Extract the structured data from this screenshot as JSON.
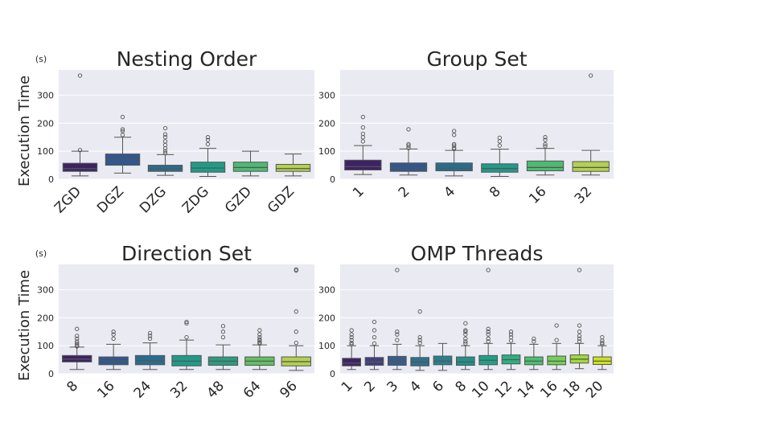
{
  "chart_data": [
    {
      "type": "box",
      "title": "Nesting Order",
      "ylabel": "Execution Time",
      "yunit": "s",
      "ylim": [
        0,
        390
      ],
      "yticks": [
        0,
        100,
        200,
        300
      ],
      "grid": true,
      "categories": [
        "ZGD",
        "DGZ",
        "DZG",
        "ZDG",
        "GZD",
        "GDZ"
      ],
      "boxes": [
        {
          "q1": 28,
          "median": 38,
          "q3": 57,
          "whisker_low": 12,
          "whisker_high": 100,
          "outliers": [
            104,
            370
          ],
          "color": "#3d2366"
        },
        {
          "q1": 50,
          "median": 70,
          "q3": 90,
          "whisker_low": 22,
          "whisker_high": 150,
          "outliers": [
            158,
            172,
            178,
            222
          ],
          "color": "#31578e"
        },
        {
          "q1": 28,
          "median": 37,
          "q3": 50,
          "whisker_low": 14,
          "whisker_high": 88,
          "outliers": [
            93,
            100,
            110,
            122,
            135,
            150,
            160,
            182
          ],
          "color": "#276d8e"
        },
        {
          "q1": 25,
          "median": 40,
          "q3": 61,
          "whisker_low": 10,
          "whisker_high": 110,
          "outliers": [
            125,
            140,
            150
          ],
          "color": "#1f9b88"
        },
        {
          "q1": 28,
          "median": 42,
          "q3": 61,
          "whisker_low": 12,
          "whisker_high": 100,
          "outliers": [],
          "color": "#4dba73"
        },
        {
          "q1": 28,
          "median": 38,
          "q3": 53,
          "whisker_low": 12,
          "whisker_high": 90,
          "outliers": [],
          "color": "#b3d04f"
        }
      ]
    },
    {
      "type": "box",
      "title": "Group Set",
      "ylim": [
        0,
        390
      ],
      "yticks": [
        0,
        100,
        200,
        300
      ],
      "grid": true,
      "categories": [
        "1",
        "2",
        "4",
        "8",
        "16",
        "32"
      ],
      "boxes": [
        {
          "q1": 33,
          "median": 45,
          "q3": 68,
          "whisker_low": 17,
          "whisker_high": 120,
          "outliers": [
            135,
            150,
            162,
            185,
            222
          ],
          "color": "#3d2366"
        },
        {
          "q1": 28,
          "median": 40,
          "q3": 58,
          "whisker_low": 15,
          "whisker_high": 108,
          "outliers": [
            112,
            120,
            125,
            178
          ],
          "color": "#31578e"
        },
        {
          "q1": 30,
          "median": 40,
          "q3": 58,
          "whisker_low": 12,
          "whisker_high": 103,
          "outliers": [
            108,
            112,
            120,
            125,
            158,
            172
          ],
          "color": "#276d8e"
        },
        {
          "q1": 25,
          "median": 38,
          "q3": 55,
          "whisker_low": 10,
          "whisker_high": 107,
          "outliers": [
            120,
            135,
            148
          ],
          "color": "#1f9b88"
        },
        {
          "q1": 30,
          "median": 42,
          "q3": 65,
          "whisker_low": 15,
          "whisker_high": 110,
          "outliers": [
            118,
            125,
            140,
            150
          ],
          "color": "#4dba73"
        },
        {
          "q1": 28,
          "median": 42,
          "q3": 63,
          "whisker_low": 15,
          "whisker_high": 103,
          "outliers": [
            370
          ],
          "color": "#b3d04f"
        }
      ]
    },
    {
      "type": "box",
      "title": "Direction Set",
      "ylabel": "Execution Time",
      "yunit": "s",
      "ylim": [
        0,
        390
      ],
      "yticks": [
        0,
        100,
        200,
        300
      ],
      "grid": true,
      "categories": [
        "8",
        "16",
        "24",
        "32",
        "48",
        "64",
        "96"
      ],
      "boxes": [
        {
          "q1": 42,
          "median": 52,
          "q3": 65,
          "whisker_low": 15,
          "whisker_high": 95,
          "outliers": [
            98,
            102,
            108,
            115,
            125,
            135,
            160
          ],
          "color": "#3d2366"
        },
        {
          "q1": 32,
          "median": 45,
          "q3": 60,
          "whisker_low": 15,
          "whisker_high": 105,
          "outliers": [
            125,
            140,
            150
          ],
          "color": "#31578e"
        },
        {
          "q1": 32,
          "median": 47,
          "q3": 65,
          "whisker_low": 15,
          "whisker_high": 110,
          "outliers": [
            125,
            135,
            145
          ],
          "color": "#276d8e"
        },
        {
          "q1": 28,
          "median": 45,
          "q3": 65,
          "whisker_low": 15,
          "whisker_high": 120,
          "outliers": [
            130,
            180,
            185
          ],
          "color": "#1f9b88"
        },
        {
          "q1": 30,
          "median": 45,
          "q3": 60,
          "whisker_low": 15,
          "whisker_high": 103,
          "outliers": [
            130,
            150,
            170
          ],
          "color": "#2a9c82"
        },
        {
          "q1": 30,
          "median": 45,
          "q3": 60,
          "whisker_low": 15,
          "whisker_high": 103,
          "outliers": [
            108,
            112,
            118,
            122,
            130,
            140,
            155
          ],
          "color": "#62c062"
        },
        {
          "q1": 28,
          "median": 43,
          "q3": 60,
          "whisker_low": 12,
          "whisker_high": 100,
          "outliers": [
            110,
            150,
            222,
            368,
            372
          ],
          "color": "#b3d04f"
        }
      ]
    },
    {
      "type": "box",
      "title": "OMP Threads",
      "ylim": [
        0,
        390
      ],
      "yticks": [
        0,
        100,
        200,
        300
      ],
      "grid": true,
      "categories": [
        "1",
        "2",
        "3",
        "4",
        "6",
        "8",
        "10",
        "12",
        "14",
        "16",
        "18",
        "20"
      ],
      "boxes": [
        {
          "q1": 28,
          "median": 38,
          "q3": 55,
          "whisker_low": 15,
          "whisker_high": 100,
          "outliers": [
            105,
            110,
            120,
            130,
            140,
            155
          ],
          "color": "#3d2366"
        },
        {
          "q1": 30,
          "median": 42,
          "q3": 58,
          "whisker_low": 15,
          "whisker_high": 100,
          "outliers": [
            108,
            130,
            155,
            185
          ],
          "color": "#413e7e"
        },
        {
          "q1": 30,
          "median": 45,
          "q3": 62,
          "whisker_low": 15,
          "whisker_high": 105,
          "outliers": [
            120,
            140,
            150,
            370
          ],
          "color": "#355e8d"
        },
        {
          "q1": 28,
          "median": 42,
          "q3": 58,
          "whisker_low": 12,
          "whisker_high": 100,
          "outliers": [
            110,
            120,
            130,
            222
          ],
          "color": "#2c718e"
        },
        {
          "q1": 32,
          "median": 45,
          "q3": 63,
          "whisker_low": 12,
          "whisker_high": 108,
          "outliers": [],
          "color": "#27808e"
        },
        {
          "q1": 30,
          "median": 42,
          "q3": 60,
          "whisker_low": 15,
          "whisker_high": 100,
          "outliers": [
            108,
            115,
            125,
            140,
            150,
            155,
            180
          ],
          "color": "#21918c"
        },
        {
          "q1": 32,
          "median": 48,
          "q3": 65,
          "whisker_low": 15,
          "whisker_high": 108,
          "outliers": [
            115,
            125,
            140,
            150,
            160,
            370
          ],
          "color": "#1fa188"
        },
        {
          "q1": 35,
          "median": 50,
          "q3": 67,
          "whisker_low": 15,
          "whisker_high": 108,
          "outliers": [
            118,
            130,
            140,
            150
          ],
          "color": "#2cb07f"
        },
        {
          "q1": 32,
          "median": 45,
          "q3": 60,
          "whisker_low": 15,
          "whisker_high": 105,
          "outliers": [
            115,
            125
          ],
          "color": "#4ac16d"
        },
        {
          "q1": 32,
          "median": 45,
          "q3": 63,
          "whisker_low": 15,
          "whisker_high": 108,
          "outliers": [
            120,
            172
          ],
          "color": "#73d056"
        },
        {
          "q1": 38,
          "median": 52,
          "q3": 67,
          "whisker_low": 18,
          "whisker_high": 108,
          "outliers": [
            115,
            125,
            135,
            150,
            172,
            370
          ],
          "color": "#a0da39"
        },
        {
          "q1": 33,
          "median": 45,
          "q3": 60,
          "whisker_low": 15,
          "whisker_high": 100,
          "outliers": [
            105,
            110,
            118,
            130
          ],
          "color": "#cde11d"
        }
      ]
    }
  ]
}
